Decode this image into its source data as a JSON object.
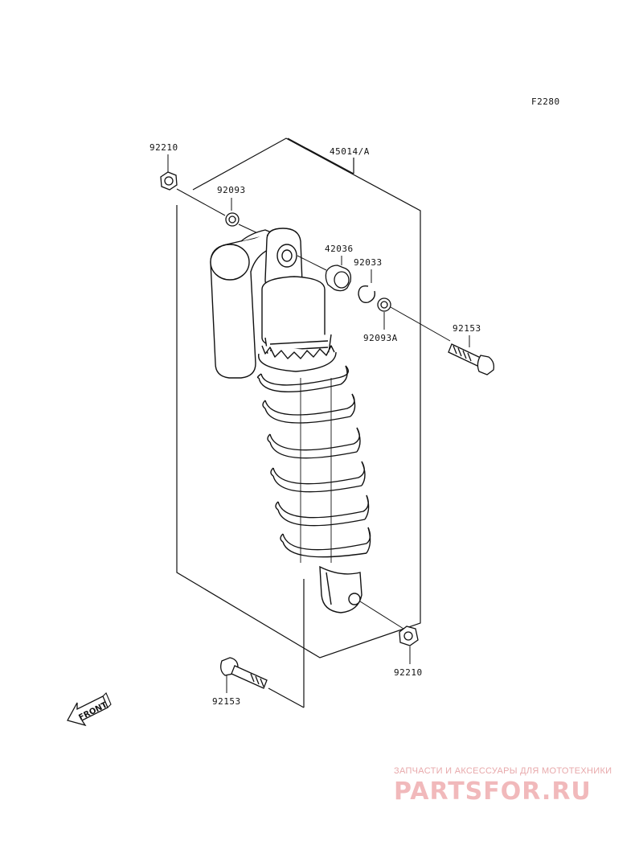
{
  "diagram_code": "F2280",
  "parts": {
    "assembly": "45014/A",
    "nut_top": "92210",
    "washer_top": "92093",
    "bushing": "42036",
    "circlip": "92033",
    "washer_right": "92093A",
    "bolt_top": "92153",
    "nut_bottom": "92210",
    "bolt_bottom": "92153"
  },
  "front_indicator": "FRONT",
  "watermark": {
    "tagline": "ЗАПЧАСТИ И АКСЕССУАРЫ ДЛЯ МОТОТЕХНИКИ",
    "brand": "PARTSFOR.RU"
  },
  "colors": {
    "line": "#111111",
    "watermark": "#f1b9bb"
  }
}
